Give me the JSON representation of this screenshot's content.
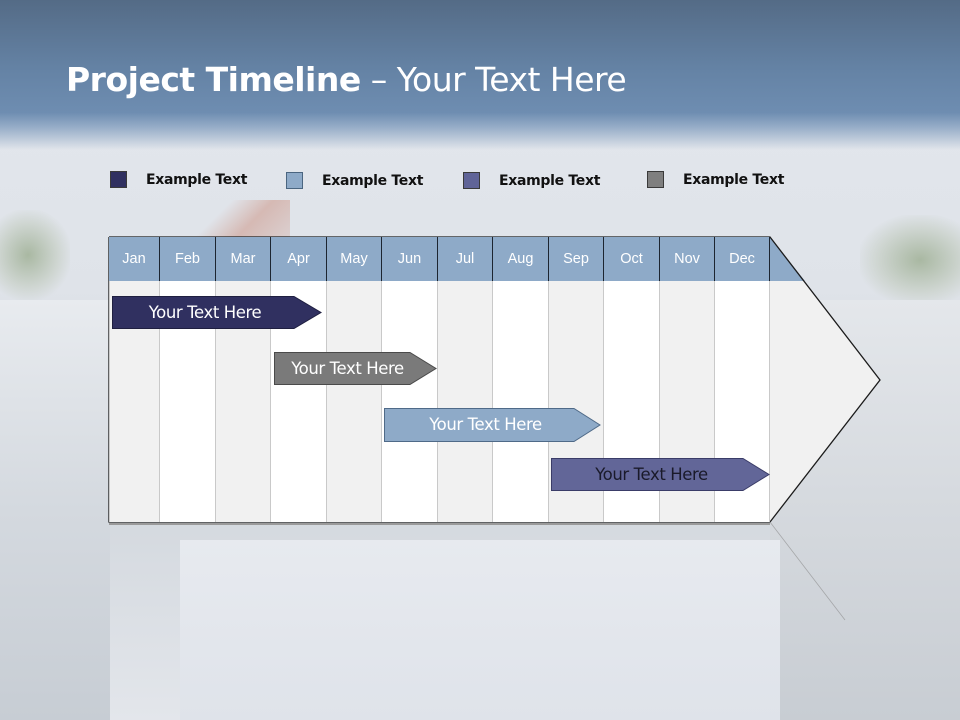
{
  "slide": {
    "title_bold": "Project Timeline",
    "title_rest": " – Your Text Here"
  },
  "legend": [
    {
      "label": "Example Text",
      "color": "#303060"
    },
    {
      "label": "Example Text",
      "color": "#8eaac8"
    },
    {
      "label": "Example Text",
      "color": "#606498"
    },
    {
      "label": "Example Text",
      "color": "#7f7f7f"
    }
  ],
  "timeline": {
    "months": [
      "Jan",
      "Feb",
      "Mar",
      "Apr",
      "May",
      "Jun",
      "Jul",
      "Aug",
      "Sep",
      "Oct",
      "Nov",
      "Dec"
    ],
    "header_color": "#8eaac8",
    "tasks": [
      {
        "label": "Your  Text Here",
        "start_month": "Jan",
        "end_month": "Apr",
        "color": "#303060",
        "text_color": "#ffffff"
      },
      {
        "label": "Your  Text Here",
        "start_month": "Apr",
        "end_month": "Jun",
        "color": "#7a7a7a",
        "text_color": "#ffffff"
      },
      {
        "label": "Your  Text Here",
        "start_month": "Jun",
        "end_month": "Sep",
        "color": "#8eaac8",
        "text_color": "#ffffff"
      },
      {
        "label": "Your  Text Here",
        "start_month": "Sep",
        "end_month": "Dec",
        "color": "#626698",
        "text_color": "#1a1a2a"
      }
    ]
  }
}
